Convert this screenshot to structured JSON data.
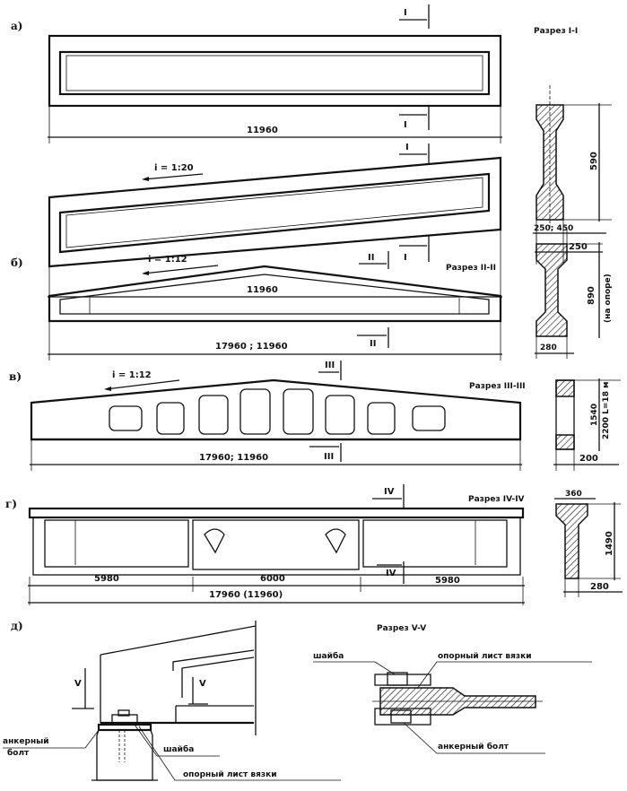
{
  "panels": {
    "a": {
      "label": "а)",
      "section": "Разрез I-I",
      "mark": "I",
      "slope": "i = 1:20",
      "length": "11960",
      "height": "590",
      "width": "250"
    },
    "b": {
      "label": "б)",
      "section": "Разрез II-II",
      "mark": "II",
      "slope": "i = 1:12",
      "length": "17960 ; 11960",
      "top_width": "250; 450",
      "height": "890",
      "height_note": "(на опоре)",
      "width": "280"
    },
    "c": {
      "label": "в)",
      "section": "Разрез III-III",
      "mark": "III",
      "slope": "i = 1:12",
      "length": "17960; 11960",
      "height": "1540",
      "height_note": "2200 L=18 м",
      "width": "200"
    },
    "d": {
      "label": "г)",
      "section": "Разрез IV-IV",
      "mark": "IV",
      "span_left": "5980",
      "span_mid": "6000",
      "span_right": "5980",
      "length": "17960 (11960)",
      "top_width": "360",
      "height": "1490",
      "width": "280"
    },
    "e": {
      "label": "д)",
      "section": "Разрез V-V",
      "mark": "V",
      "anchor_bolt": "анкерный болт",
      "anchor_bolt_l1": "анкерный",
      "anchor_bolt_l2": "болт",
      "washer": "шайба",
      "support_plate": "опорный лист вязки"
    }
  }
}
